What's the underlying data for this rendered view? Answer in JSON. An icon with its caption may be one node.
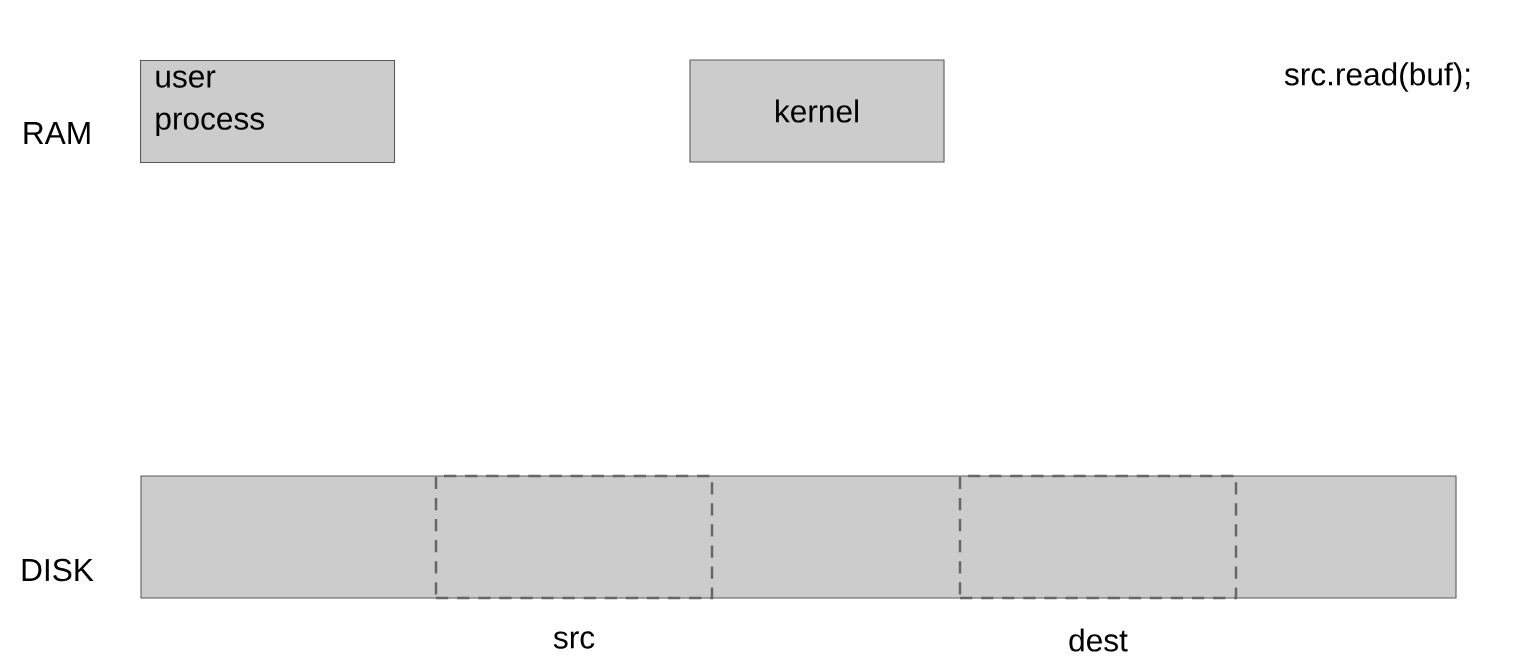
{
  "diagram": {
    "nodes": [
      {
        "text": [
          "user process"
        ]
      },
      {
        "text": [
          "kernel"
        ]
      },
      {
        "text": [],
        "shape": "bar"
      },
      {
        "text": [],
        "shape": "box",
        "in": 2,
        "beside": [
          "src"
        ]
      },
      {
        "text": [],
        "shape": "box",
        "in": 2,
        "beside": [
          "dest"
        ]
      }
    ],
    "labels": [
      "src.read(buf);",
      "RAM",
      "DISK"
    ]
  }
}
